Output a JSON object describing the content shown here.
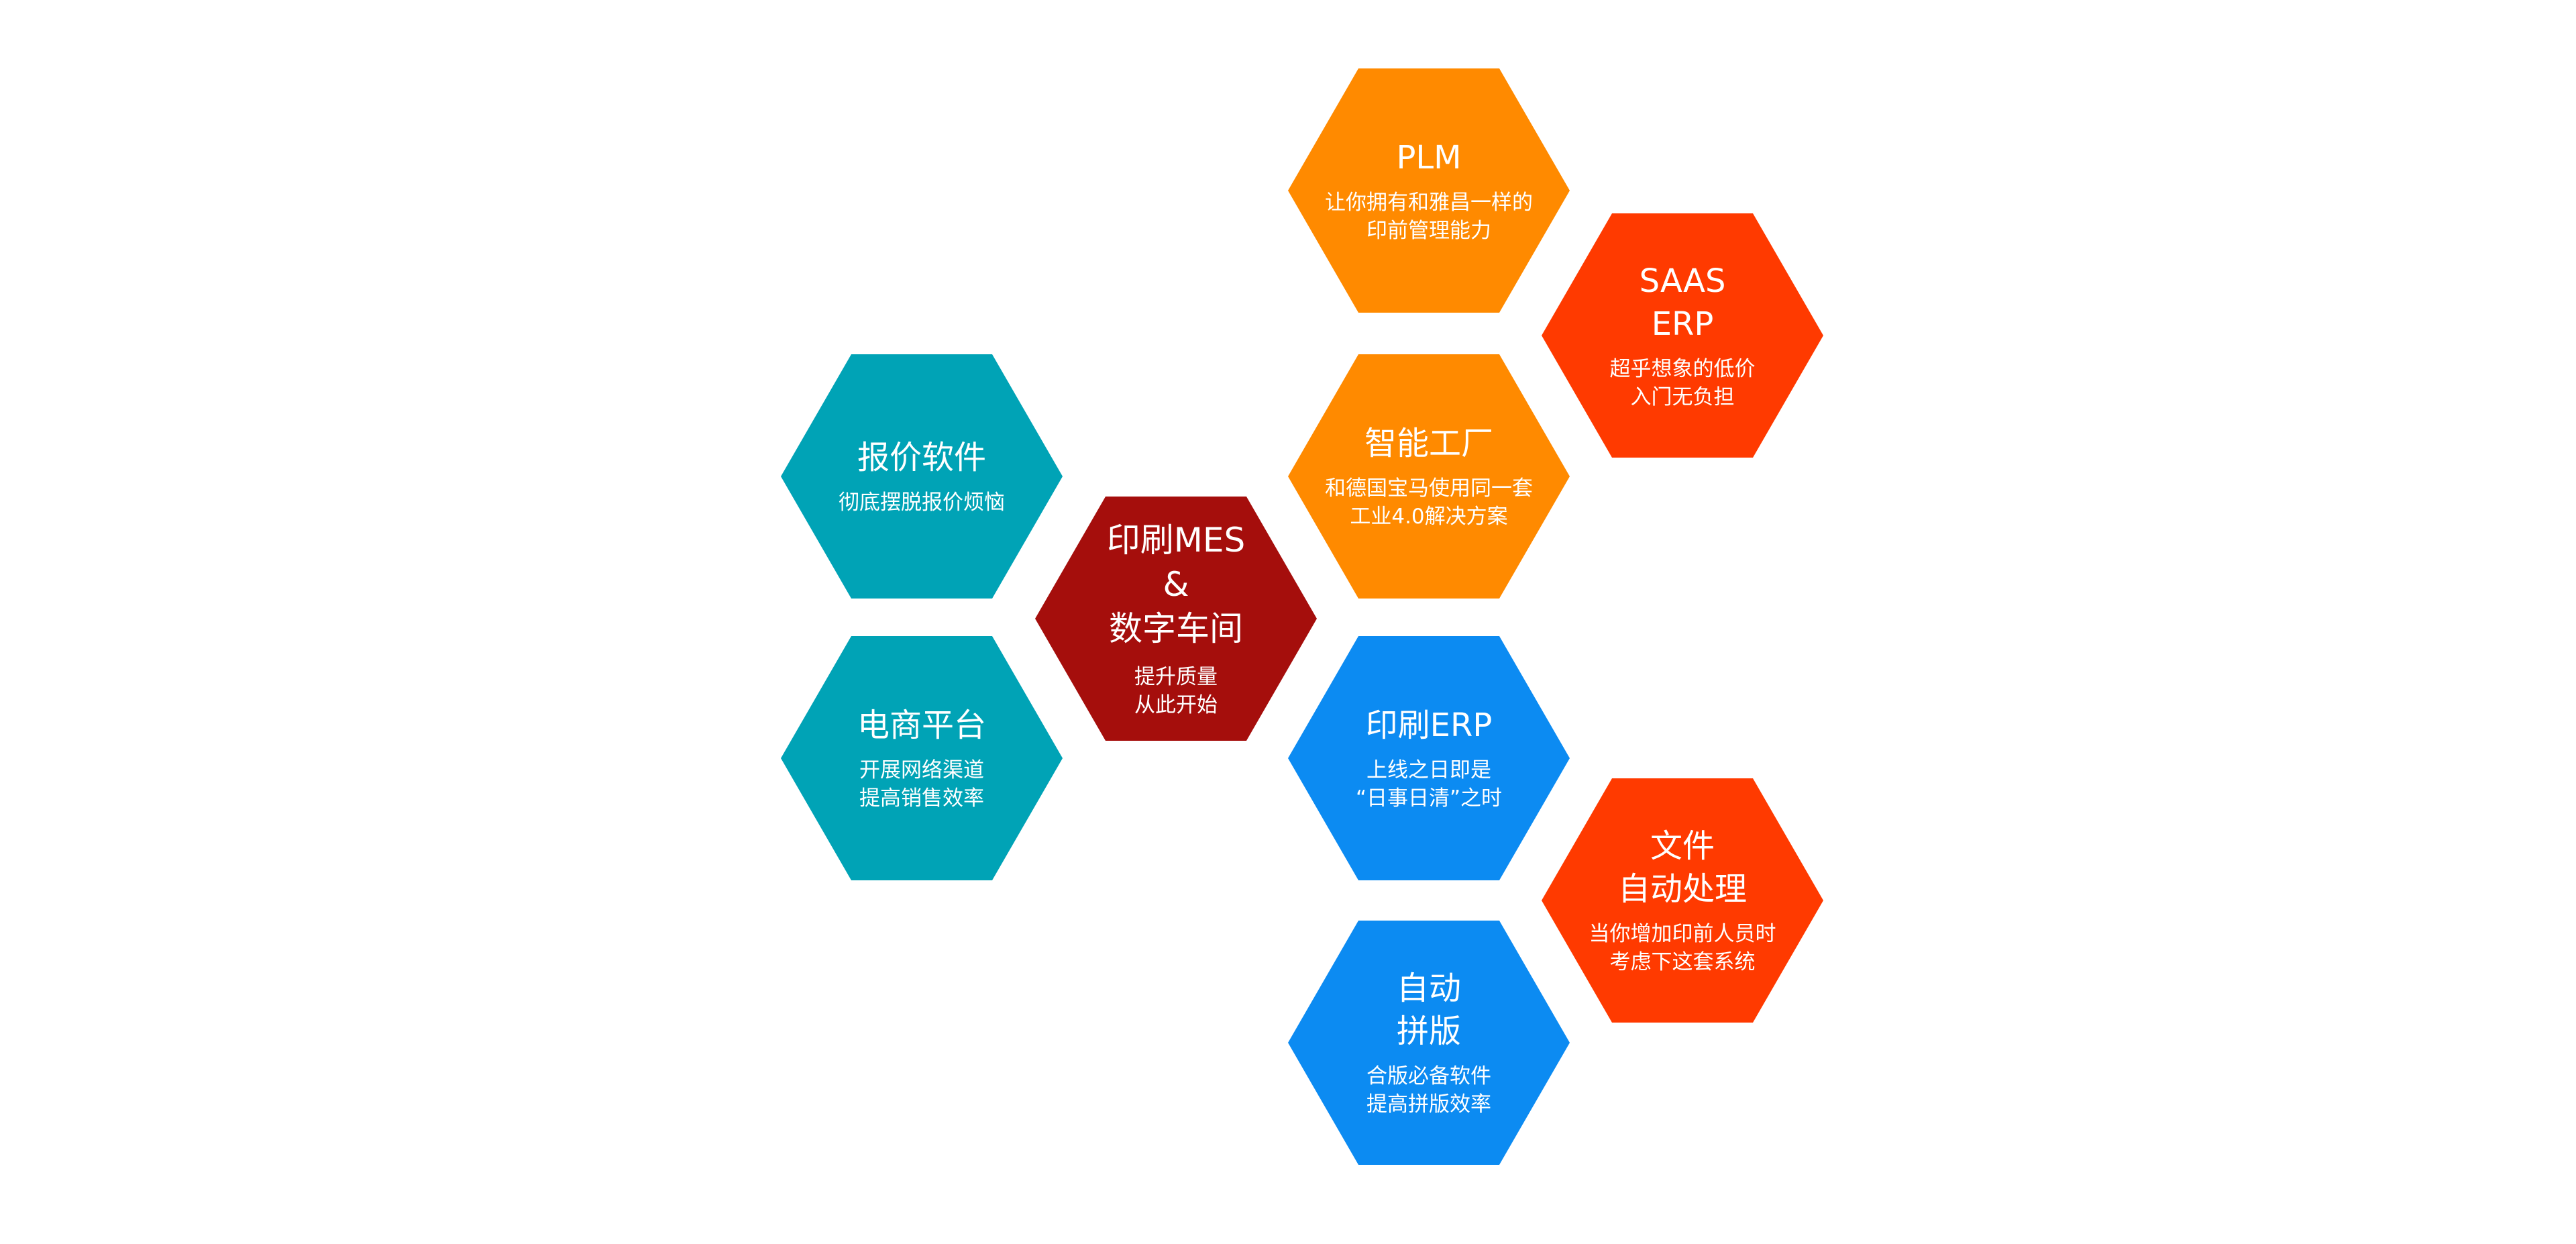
{
  "colors": {
    "teal": "#00A3B6",
    "dark_red": "#A50E0C",
    "orange": "#FF8A00",
    "red_orange": "#FF3A00",
    "blue": "#0C8BF2"
  },
  "hexes": [
    {
      "key": "plm",
      "title": "PLM",
      "desc": "让你拥有和雅昌一样的\n印前管理能力",
      "color": "orange"
    },
    {
      "key": "saas-erp",
      "title": "SAAS\nERP",
      "desc": "超乎想象的低价\n入门无负担",
      "color": "red_orange"
    },
    {
      "key": "quote-software",
      "title": "报价软件",
      "desc": "彻底摆脱报价烦恼",
      "color": "teal"
    },
    {
      "key": "smart-factory",
      "title": "智能工厂",
      "desc": "和德国宝马使用同一套\n工业4.0解决方案",
      "color": "orange"
    },
    {
      "key": "print-mes",
      "title": "印刷MES\n&\n数字车间",
      "desc": "提升质量\n从此开始",
      "color": "dark_red"
    },
    {
      "key": "ecommerce",
      "title": "电商平台",
      "desc": "开展网络渠道\n提高销售效率",
      "color": "teal"
    },
    {
      "key": "print-erp",
      "title": "印刷ERP",
      "desc": "上线之日即是\n“日事日清”之时",
      "color": "blue"
    },
    {
      "key": "file-auto",
      "title": "文件\n自动处理",
      "desc": "当你增加印前人员时\n考虑下这套系统",
      "color": "red_orange"
    },
    {
      "key": "auto-imposition",
      "title": "自动\n拼版",
      "desc": "合版必备软件\n提高拼版效率",
      "color": "blue"
    }
  ]
}
